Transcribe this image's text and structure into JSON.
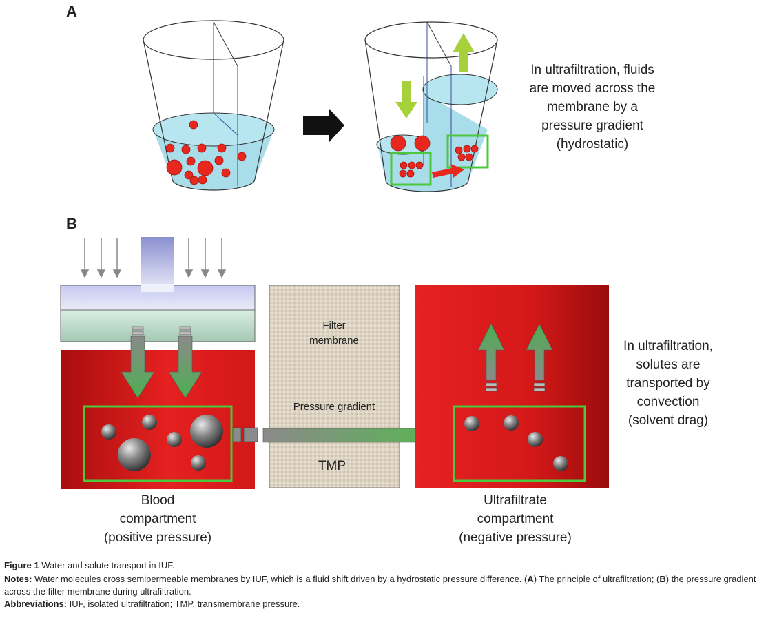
{
  "panel_a": {
    "letter": "A",
    "description_lines": [
      "In ultrafiltration, fluids",
      "are moved across the",
      "membrane by a",
      "pressure gradient",
      "(hydrostatic)"
    ]
  },
  "panel_b": {
    "letter": "B",
    "filter_label_lines": [
      "Filter",
      "membrane"
    ],
    "pressure_gradient_label": "Pressure gradient",
    "tmp_label": "TMP",
    "blood_label_lines": [
      "Blood",
      "compartment",
      "(positive pressure)"
    ],
    "ultrafiltrate_label_lines": [
      "Ultrafiltrate",
      "compartment",
      "(negative pressure)"
    ],
    "description_lines": [
      "In ultrafiltration,",
      "solutes are",
      "transported by",
      "convection",
      "(solvent drag)"
    ]
  },
  "caption": {
    "figure_label": "Figure 1",
    "figure_title": "Water and solute transport in IUF.",
    "notes_label": "Notes:",
    "notes_text_1": "Water molecules cross semipermeable membranes by IUF, which is a fluid shift driven by a hydrostatic pressure difference. (",
    "notes_a": "A",
    "notes_text_2": ") The principle of ultrafiltration; (",
    "notes_b": "B",
    "notes_text_3": ") the pressure gradient across the filter membrane during ultrafiltration.",
    "abbrev_label": "Abbreviations:",
    "abbrev_text": "IUF, isolated ultrafiltration; TMP, transmembrane pressure."
  },
  "colors": {
    "fluid": "#a8dde9",
    "solute_red": "#e8281e",
    "highlight_green": "#4cc83c",
    "arrow_lime": "#a6d13a",
    "compartment_red": "#d01818",
    "filter_beige": "#dcd3c2"
  }
}
